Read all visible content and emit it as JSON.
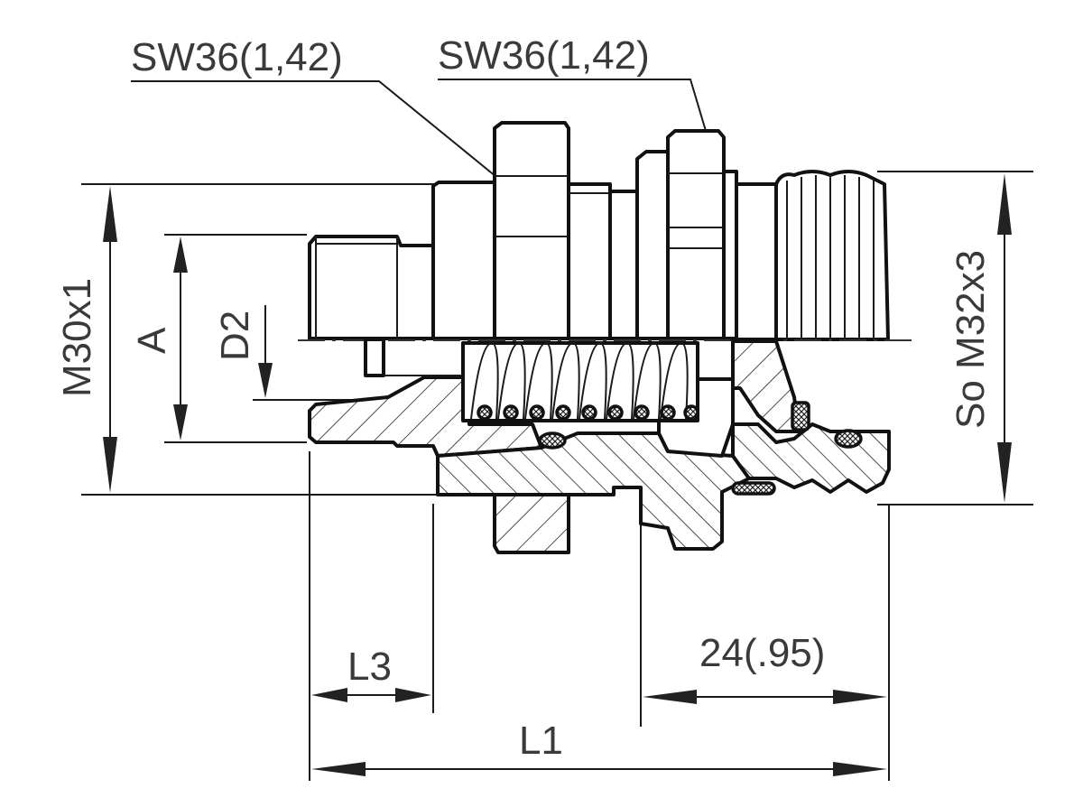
{
  "labels": {
    "sw_left": "SW36(1,42)",
    "sw_right": "SW36(1,42)",
    "thread_left": "M30x1",
    "dim_a": "A",
    "dim_d2": "D2",
    "thread_right": "So M32x3",
    "dim_l3": "L3",
    "dim_24": "24(.95)",
    "dim_l1": "L1"
  }
}
